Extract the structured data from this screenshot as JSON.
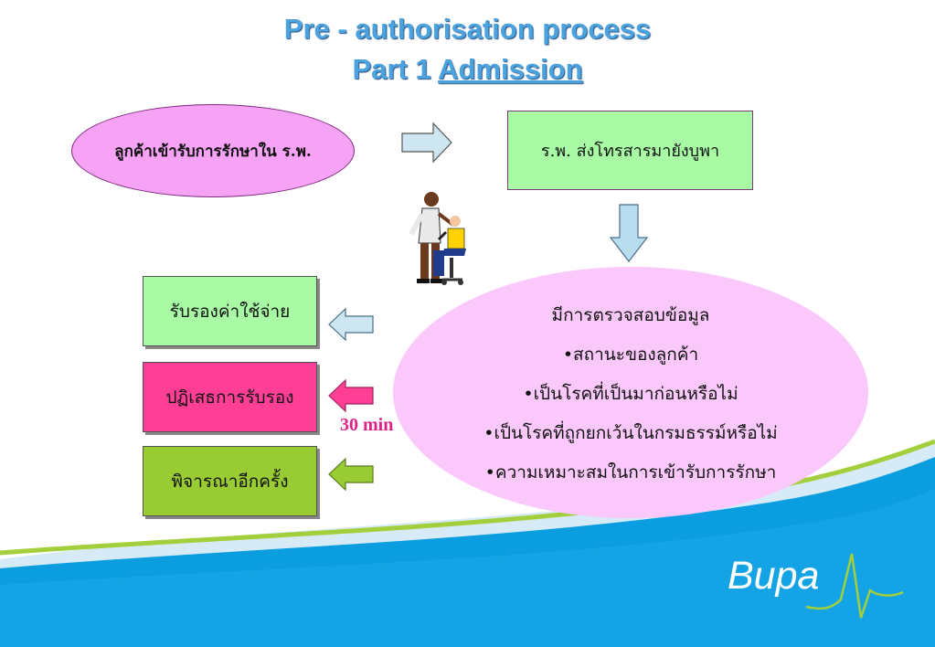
{
  "title": {
    "line1": "Pre - authorisation process",
    "line2_prefix": "Part 1  ",
    "line2_underlined": "Admission"
  },
  "flow": {
    "start": "ลูกค้าเข้ารับการรักษาใน ร.พ.",
    "step2": "ร.พ. ส่งโทรสารมายังบูพา",
    "check": {
      "heading": "มีการตรวจสอบข้อมูล",
      "items": [
        "•สถานะของลูกค้า",
        "•เป็นโรคที่เป็นมาก่อนหรือไม่",
        "•เป็นโรคที่ถูกยกเว้นในกรมธรรม์หรือไม่",
        "•ความเหมาะสมในการเข้ารับการรักษา"
      ]
    },
    "outcomes": [
      "รับรองค่าใช้จ่าย",
      "ปฏิเสธการรับรอง",
      "พิจารณาอีกครั้ง"
    ],
    "time_label": "30 min"
  },
  "brand": {
    "logo_text": "Bupa"
  },
  "colors": {
    "title": "#4aa3df",
    "start_ellipse": "#f7a3f5",
    "green_box": "#a8fba4",
    "reject_box": "#ff3f96",
    "reconsider_box": "#99cc33",
    "check_ellipse": "#fbc8fb",
    "wave_blue": "#0a9ee0"
  },
  "icons": [
    "right-arrow-icon",
    "down-arrow-icon",
    "left-arrow-icon",
    "doctor-patient-clipart",
    "bupa-heartbeat-icon"
  ]
}
